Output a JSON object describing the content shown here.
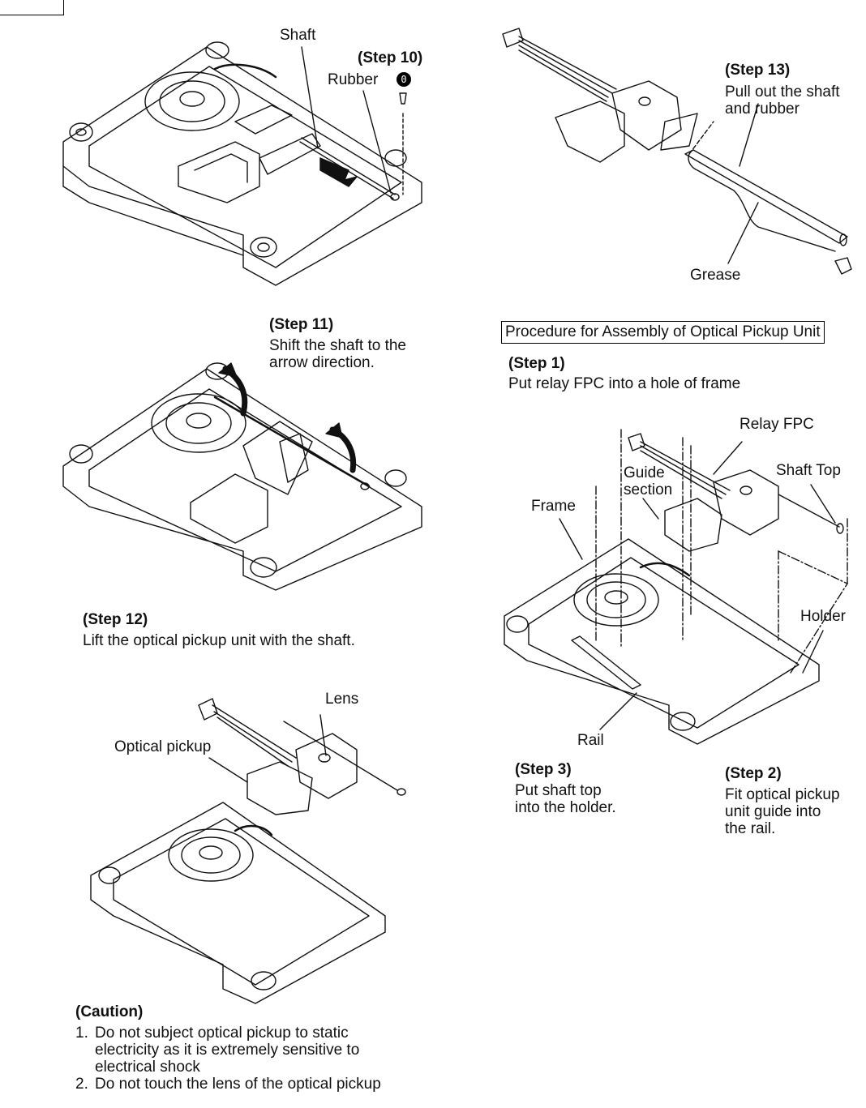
{
  "figure_a": {
    "shaft": "Shaft",
    "step10": "(Step 10)",
    "rubber": "Rubber",
    "screw_mark": "0"
  },
  "figure_b": {
    "step11_title": "(Step 11)",
    "step11_text1": "Shift the shaft to the",
    "step11_text2": "arrow direction."
  },
  "step12": {
    "title": "(Step 12)",
    "text": "Lift the optical pickup unit with the shaft."
  },
  "figure_c": {
    "lens": "Lens",
    "optical_pickup": "Optical pickup"
  },
  "caution": {
    "title": "(Caution)",
    "items": [
      {
        "num": "1.",
        "lines": [
          "Do not subject optical pickup to static",
          "electricity as it is extremely sensitive to",
          "electrical shock"
        ]
      },
      {
        "num": "2.",
        "lines": [
          "Do not touch the lens of the optical pickup"
        ]
      }
    ]
  },
  "figure_d": {
    "step13_title": "(Step 13)",
    "step13_text1": "Pull out the shaft",
    "step13_text2": "and rubber",
    "grease": "Grease"
  },
  "assembly": {
    "heading": "Procedure for Assembly of Optical Pickup Unit",
    "step1_title": "(Step 1)",
    "step1_text": "Put relay FPC into a hole of frame",
    "relay_fpc": "Relay FPC",
    "guide1": "Guide",
    "guide2": "section",
    "shaft_top": "Shaft Top",
    "frame": "Frame",
    "holder": "Holder",
    "rail": "Rail",
    "step3_title": "(Step 3)",
    "step3_text1": "Put shaft top",
    "step3_text2": "into the holder.",
    "step2_title": "(Step 2)",
    "step2_text1": "Fit optical pickup",
    "step2_text2": "unit guide into",
    "step2_text3": "the rail."
  }
}
